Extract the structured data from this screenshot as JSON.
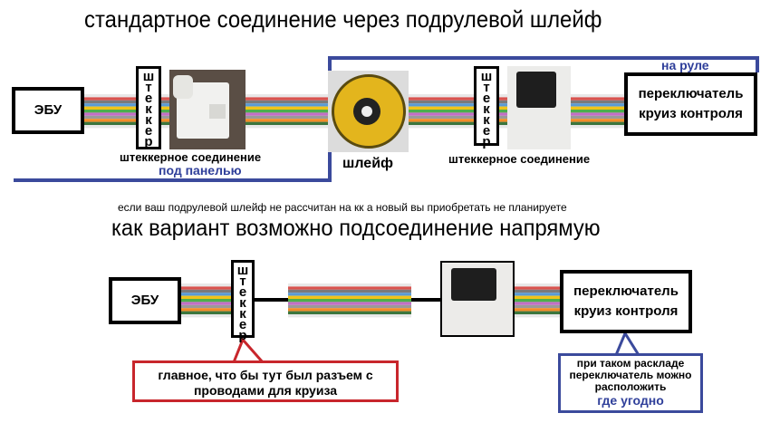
{
  "titles": {
    "top": "стандартное соединение через подрулевой шлейф",
    "note": "если ваш подрулевой шлейф не рассчитан на кк   а новый вы приобретать не планируете",
    "middle": "как вариант возможно подсоединение напрямую"
  },
  "top_row": {
    "ecu": "ЭБУ",
    "plug_letters": [
      "ш",
      "т",
      "е",
      "к",
      "к",
      "е",
      "р"
    ],
    "connector_label_1": "штеккерное соединение",
    "under_panel": "под панелью",
    "clockspring_label": "шлейф",
    "connector_label_2": "штеккерное соединение",
    "on_wheel": "на руле",
    "switch_line1": "переключатель",
    "switch_line2": "круиз контроля"
  },
  "bottom_row": {
    "ecu": "ЭБУ",
    "plug_letters": [
      "ш",
      "т",
      "е",
      "к",
      "к",
      "е",
      "р"
    ],
    "switch_line1": "переключатель",
    "switch_line2": "круиз контроля",
    "callout_red_line1": "главное, что бы тут был разъем с",
    "callout_red_line2": "проводами для круиза",
    "callout_blue_line1": "при таком раскладе",
    "callout_blue_line2": "переключатель можно",
    "callout_blue_line3": "расположить",
    "callout_blue_line4": "где угодно"
  },
  "colors": {
    "blue_line": "#3b4a9c",
    "red_border": "#c8262c",
    "blue_border": "#3b4a9c",
    "label_blue": "#2f3f9a",
    "ribbon": [
      "#e8e8e8",
      "#d9534f",
      "#7a7a7a",
      "#5a9bd4",
      "#f0c419",
      "#4cae4c",
      "#c36fc6",
      "#9a9a9a",
      "#f28c28",
      "#3c763d",
      "#e8e8e8"
    ]
  }
}
